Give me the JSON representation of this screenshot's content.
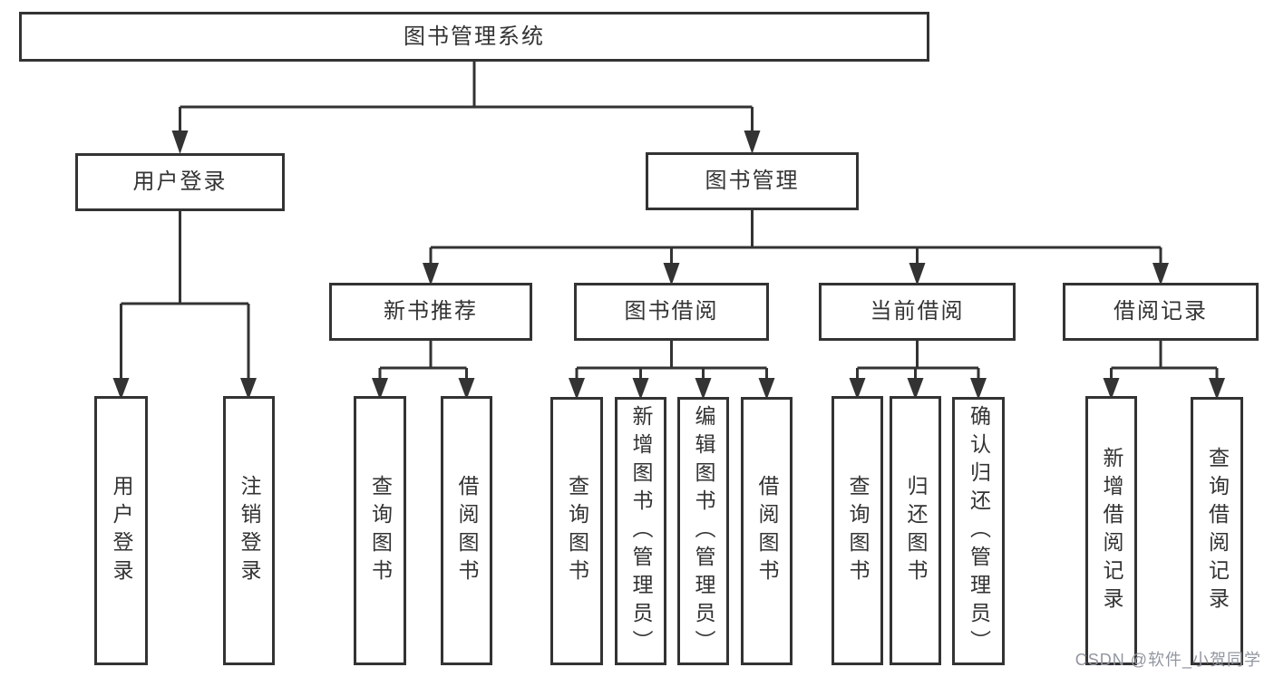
{
  "colors": {
    "line": "#333333",
    "text": "#333333",
    "background": "#ffffff",
    "watermark": "#9296a0"
  },
  "watermark": {
    "text": "CSDN @软件_小贺同学"
  },
  "tree": {
    "label": "图书管理系统",
    "children": [
      {
        "label": "用户登录",
        "children": [
          {
            "label": "用户登录"
          },
          {
            "label": "注销登录"
          }
        ]
      },
      {
        "label": "图书管理",
        "children": [
          {
            "label": "新书推荐",
            "children": [
              {
                "label": "查询图书"
              },
              {
                "label": "借阅图书"
              }
            ]
          },
          {
            "label": "图书借阅",
            "children": [
              {
                "label": "查询图书"
              },
              {
                "label": "新增图书（管理员）"
              },
              {
                "label": "编辑图书（管理员）"
              },
              {
                "label": "借阅图书"
              }
            ]
          },
          {
            "label": "当前借阅",
            "children": [
              {
                "label": "查询图书"
              },
              {
                "label": "归还图书"
              },
              {
                "label": "确认归还（管理员）"
              }
            ]
          },
          {
            "label": "借阅记录",
            "children": [
              {
                "label": "新增借阅记录"
              },
              {
                "label": "查询借阅记录"
              }
            ]
          }
        ]
      }
    ]
  }
}
